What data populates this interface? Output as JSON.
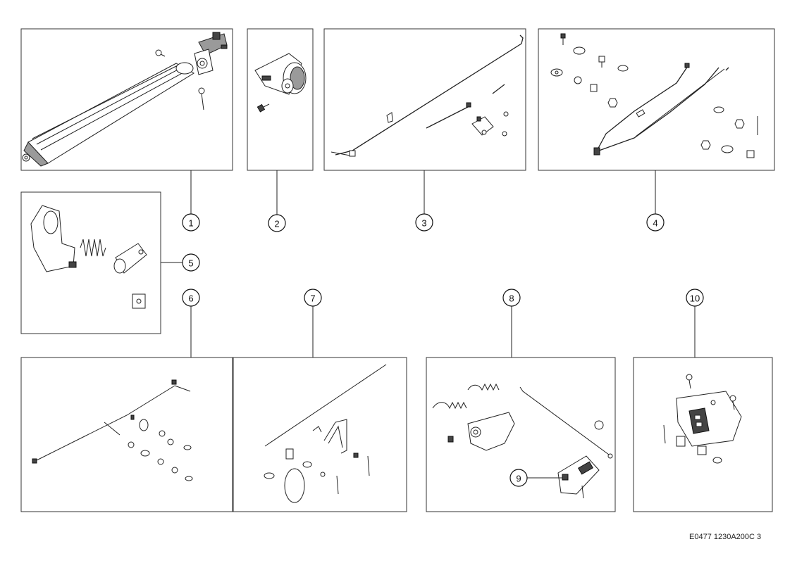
{
  "callouts": {
    "c1": "1",
    "c2": "2",
    "c3": "3",
    "c4": "4",
    "c5": "5",
    "c6": "6",
    "c7": "7",
    "c8": "8",
    "c9": "9",
    "c10": "10"
  },
  "drawing_code": "E0477 1230A200C 3"
}
